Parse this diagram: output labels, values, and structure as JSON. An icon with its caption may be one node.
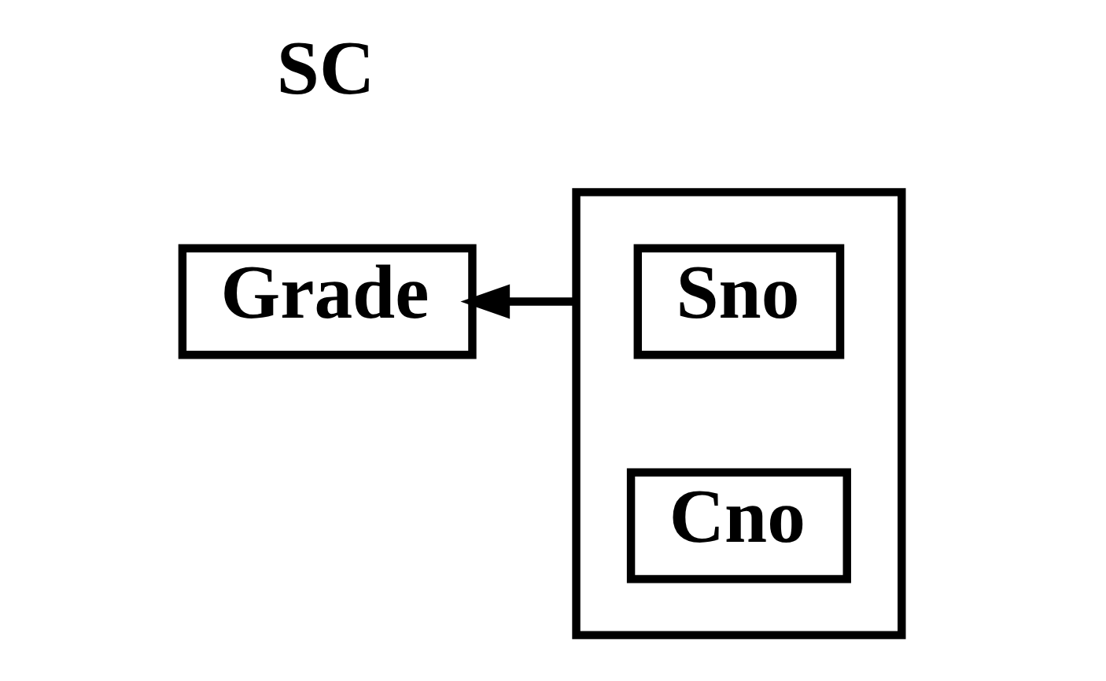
{
  "diagram": {
    "nodes": [
      {
        "text": [],
        "shape": "box"
      },
      {
        "text": [
          "Sno"
        ],
        "in": 0
      },
      {
        "text": [
          "Cno"
        ],
        "in": 0
      },
      {
        "text": [
          "Grade"
        ]
      }
    ],
    "edges": [
      {
        "from": 0,
        "to": 3,
        "arrow": "to"
      }
    ],
    "labels": [
      "SC"
    ]
  }
}
